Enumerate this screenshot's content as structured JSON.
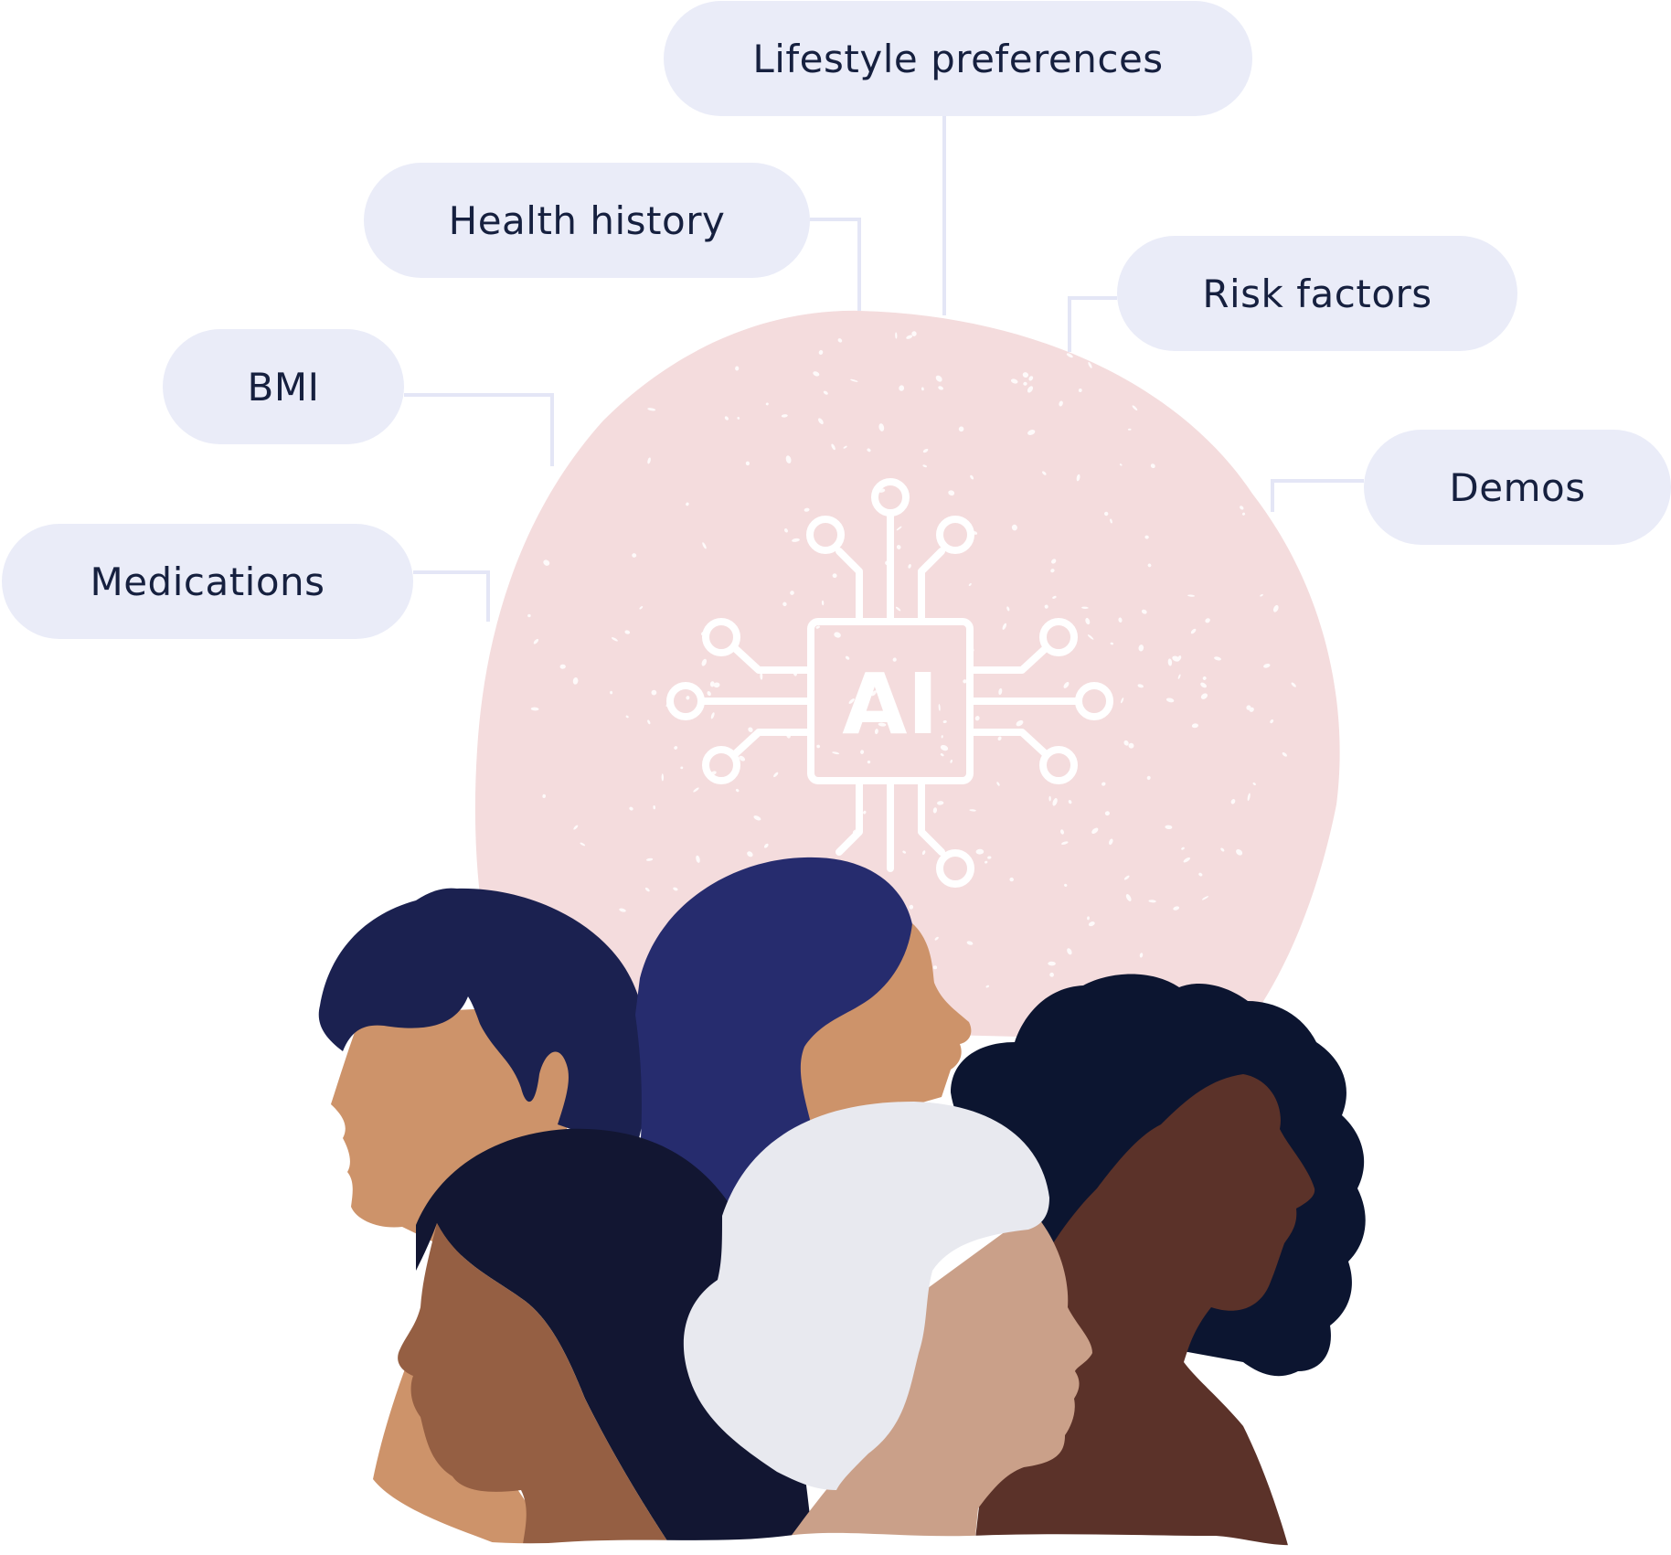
{
  "diagram": {
    "center_label": "AI",
    "inputs": [
      {
        "id": "lifestyle",
        "label": "Lifestyle preferences"
      },
      {
        "id": "health",
        "label": "Health history"
      },
      {
        "id": "risk",
        "label": "Risk factors"
      },
      {
        "id": "bmi",
        "label": "BMI"
      },
      {
        "id": "demos",
        "label": "Demos"
      },
      {
        "id": "meds",
        "label": "Medications"
      }
    ]
  },
  "colors": {
    "pill_bg": "#eaecf8",
    "pill_text": "#16203f",
    "connector": "#e4e6f6",
    "blob": "#f4dcdd",
    "chip_line": "#ffffff",
    "hair_navy": "#1b2150",
    "hair_indigo": "#262c6e",
    "hair_dark": "#121632",
    "hair_black": "#0c1530",
    "hair_white": "#e8e9ef",
    "skin_light": "#cd936a",
    "skin_medium": "#955f43",
    "skin_pale": "#caa089",
    "skin_dark": "#5b3229"
  },
  "icons": [
    "ai-chip-icon",
    "people-illustration"
  ]
}
